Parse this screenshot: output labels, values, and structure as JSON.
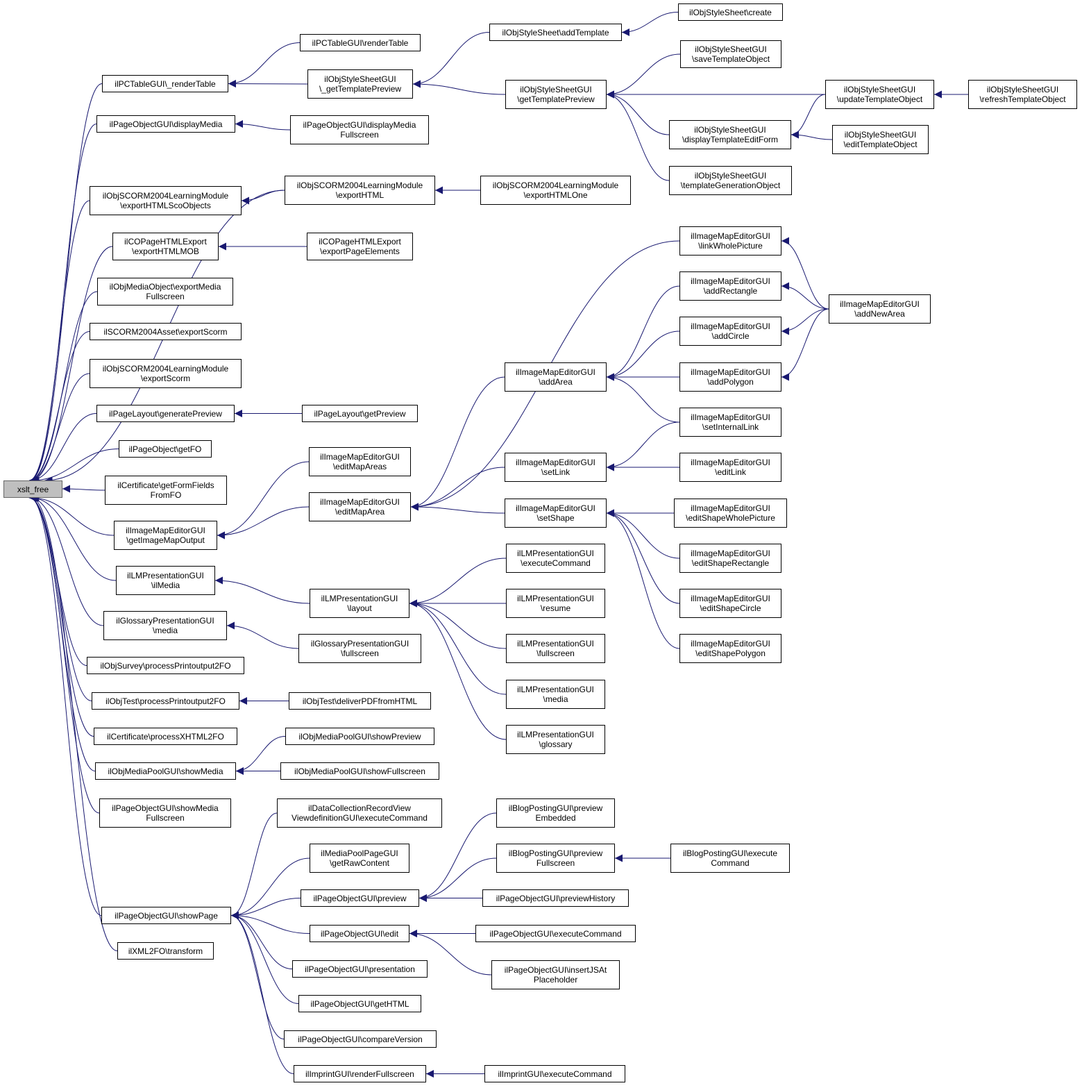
{
  "diagram": {
    "edge_color": "#191970",
    "root_fill": "#bfbfbf",
    "nodes": [
      {
        "id": "xslt_free",
        "lines": [
          "xslt_free"
        ]
      },
      {
        "id": "pct_render",
        "lines": [
          "ilPCTableGUI\\_renderTable"
        ]
      },
      {
        "id": "pct_renderTable",
        "lines": [
          "ilPCTableGUI\\renderTable"
        ]
      },
      {
        "id": "oss_getTP_",
        "lines": [
          "ilObjStyleSheetGUI",
          "\\_getTemplatePreview"
        ]
      },
      {
        "id": "oss_addTemplate",
        "lines": [
          "ilObjStyleSheet\\addTemplate"
        ]
      },
      {
        "id": "oss_create",
        "lines": [
          "ilObjStyleSheet\\create"
        ]
      },
      {
        "id": "oss_getTP",
        "lines": [
          "ilObjStyleSheetGUI",
          "\\getTemplatePreview"
        ]
      },
      {
        "id": "oss_saveTO",
        "lines": [
          "ilObjStyleSheetGUI",
          "\\saveTemplateObject"
        ]
      },
      {
        "id": "oss_updateTO",
        "lines": [
          "ilObjStyleSheetGUI",
          "\\updateTemplateObject"
        ]
      },
      {
        "id": "oss_refreshTO",
        "lines": [
          "ilObjStyleSheetGUI",
          "\\refreshTemplateObject"
        ]
      },
      {
        "id": "oss_displayTEF",
        "lines": [
          "ilObjStyleSheetGUI",
          "\\displayTemplateEditForm"
        ]
      },
      {
        "id": "oss_editTO",
        "lines": [
          "ilObjStyleSheetGUI",
          "\\editTemplateObject"
        ]
      },
      {
        "id": "oss_tgo",
        "lines": [
          "ilObjStyleSheetGUI",
          "\\templateGenerationObject"
        ]
      },
      {
        "id": "pog_displayMedia",
        "lines": [
          "ilPageObjectGUI\\displayMedia"
        ]
      },
      {
        "id": "pog_displayMediaFS",
        "lines": [
          "ilPageObjectGUI\\displayMedia",
          "Fullscreen"
        ]
      },
      {
        "id": "scorm_expHTMLSco",
        "lines": [
          "ilObjSCORM2004LearningModule",
          "\\exportHTMLScoObjects"
        ]
      },
      {
        "id": "scorm_expHTML",
        "lines": [
          "ilObjSCORM2004LearningModule",
          "\\exportHTML"
        ]
      },
      {
        "id": "scorm_expHTMLOne",
        "lines": [
          "ilObjSCORM2004LearningModule",
          "\\exportHTMLOne"
        ]
      },
      {
        "id": "cop_expMOB",
        "lines": [
          "ilCOPageHTMLExport",
          "\\exportHTMLMOB"
        ]
      },
      {
        "id": "cop_expPE",
        "lines": [
          "ilCOPageHTMLExport",
          "\\exportPageElements"
        ]
      },
      {
        "id": "mob_expMediaFS",
        "lines": [
          "ilObjMediaObject\\exportMedia",
          "Fullscreen"
        ]
      },
      {
        "id": "scormasset_exp",
        "lines": [
          "ilSCORM2004Asset\\exportScorm"
        ]
      },
      {
        "id": "scorm_expScorm",
        "lines": [
          "ilObjSCORM2004LearningModule",
          "\\exportScorm"
        ]
      },
      {
        "id": "pl_genPreview",
        "lines": [
          "ilPageLayout\\generatePreview"
        ]
      },
      {
        "id": "pl_getPreview",
        "lines": [
          "ilPageLayout\\getPreview"
        ]
      },
      {
        "id": "po_getFO",
        "lines": [
          "ilPageObject\\getFO"
        ]
      },
      {
        "id": "cert_getFFFO",
        "lines": [
          "ilCertificate\\getFormFields",
          "FromFO"
        ]
      },
      {
        "id": "ime_getIMO",
        "lines": [
          "ilImageMapEditorGUI",
          "\\getImageMapOutput"
        ]
      },
      {
        "id": "ime_editMapAreas",
        "lines": [
          "ilImageMapEditorGUI",
          "\\editMapAreas"
        ]
      },
      {
        "id": "ime_editMapArea",
        "lines": [
          "ilImageMapEditorGUI",
          "\\editMapArea"
        ]
      },
      {
        "id": "ime_linkWhole",
        "lines": [
          "ilImageMapEditorGUI",
          "\\linkWholePicture"
        ]
      },
      {
        "id": "ime_addRect",
        "lines": [
          "ilImageMapEditorGUI",
          "\\addRectangle"
        ]
      },
      {
        "id": "ime_addNewArea",
        "lines": [
          "ilImageMapEditorGUI",
          "\\addNewArea"
        ]
      },
      {
        "id": "ime_addCircle",
        "lines": [
          "ilImageMapEditorGUI",
          "\\addCircle"
        ]
      },
      {
        "id": "ime_addArea",
        "lines": [
          "ilImageMapEditorGUI",
          "\\addArea"
        ]
      },
      {
        "id": "ime_addPoly",
        "lines": [
          "ilImageMapEditorGUI",
          "\\addPolygon"
        ]
      },
      {
        "id": "ime_setIL",
        "lines": [
          "ilImageMapEditorGUI",
          "\\setInternalLink"
        ]
      },
      {
        "id": "ime_setLink",
        "lines": [
          "ilImageMapEditorGUI",
          "\\setLink"
        ]
      },
      {
        "id": "ime_editLink",
        "lines": [
          "ilImageMapEditorGUI",
          "\\editLink"
        ]
      },
      {
        "id": "ime_setShape",
        "lines": [
          "ilImageMapEditorGUI",
          "\\setShape"
        ]
      },
      {
        "id": "ime_esWhole",
        "lines": [
          "ilImageMapEditorGUI",
          "\\editShapeWholePicture"
        ]
      },
      {
        "id": "ime_esRect",
        "lines": [
          "ilImageMapEditorGUI",
          "\\editShapeRectangle"
        ]
      },
      {
        "id": "ime_esCircle",
        "lines": [
          "ilImageMapEditorGUI",
          "\\editShapeCircle"
        ]
      },
      {
        "id": "ime_esPoly",
        "lines": [
          "ilImageMapEditorGUI",
          "\\editShapePolygon"
        ]
      },
      {
        "id": "lmp_ilMedia",
        "lines": [
          "ilLMPresentationGUI",
          "\\ilMedia"
        ]
      },
      {
        "id": "lmp_layout",
        "lines": [
          "ilLMPresentationGUI",
          "\\layout"
        ]
      },
      {
        "id": "lmp_execCmd",
        "lines": [
          "ilLMPresentationGUI",
          "\\executeCommand"
        ]
      },
      {
        "id": "lmp_resume",
        "lines": [
          "ilLMPresentationGUI",
          "\\resume"
        ]
      },
      {
        "id": "lmp_fullscreen",
        "lines": [
          "ilLMPresentationGUI",
          "\\fullscreen"
        ]
      },
      {
        "id": "lmp_media",
        "lines": [
          "ilLMPresentationGUI",
          "\\media"
        ]
      },
      {
        "id": "lmp_glossary",
        "lines": [
          "ilLMPresentationGUI",
          "\\glossary"
        ]
      },
      {
        "id": "glp_media",
        "lines": [
          "ilGlossaryPresentationGUI",
          "\\media"
        ]
      },
      {
        "id": "glp_fullscreen",
        "lines": [
          "ilGlossaryPresentationGUI",
          "\\fullscreen"
        ]
      },
      {
        "id": "survey_ppFO",
        "lines": [
          "ilObjSurvey\\processPrintoutput2FO"
        ]
      },
      {
        "id": "test_ppFO",
        "lines": [
          "ilObjTest\\processPrintoutput2FO"
        ]
      },
      {
        "id": "test_deliverPDF",
        "lines": [
          "ilObjTest\\deliverPDFfromHTML"
        ]
      },
      {
        "id": "cert_xhtml2fo",
        "lines": [
          "ilCertificate\\processXHTML2FO"
        ]
      },
      {
        "id": "mp_showMedia",
        "lines": [
          "ilObjMediaPoolGUI\\showMedia"
        ]
      },
      {
        "id": "mp_showPreview",
        "lines": [
          "ilObjMediaPoolGUI\\showPreview"
        ]
      },
      {
        "id": "mp_showFS",
        "lines": [
          "ilObjMediaPoolGUI\\showFullscreen"
        ]
      },
      {
        "id": "pog_showMediaFS",
        "lines": [
          "ilPageObjectGUI\\showMedia",
          "Fullscreen"
        ]
      },
      {
        "id": "dc_execCmd",
        "lines": [
          "ilDataCollectionRecordView",
          "ViewdefinitionGUI\\executeCommand"
        ]
      },
      {
        "id": "mpp_getRaw",
        "lines": [
          "ilMediaPoolPageGUI",
          "\\getRawContent"
        ]
      },
      {
        "id": "pog_showPage",
        "lines": [
          "ilPageObjectGUI\\showPage"
        ]
      },
      {
        "id": "pog_preview",
        "lines": [
          "ilPageObjectGUI\\preview"
        ]
      },
      {
        "id": "blog_prevEmb",
        "lines": [
          "ilBlogPostingGUI\\preview",
          "Embedded"
        ]
      },
      {
        "id": "blog_prevFS",
        "lines": [
          "ilBlogPostingGUI\\preview",
          "Fullscreen"
        ]
      },
      {
        "id": "blog_execCmd",
        "lines": [
          "ilBlogPostingGUI\\execute",
          "Command"
        ]
      },
      {
        "id": "pog_prevHist",
        "lines": [
          "ilPageObjectGUI\\previewHistory"
        ]
      },
      {
        "id": "pog_edit",
        "lines": [
          "ilPageObjectGUI\\edit"
        ]
      },
      {
        "id": "pog_execCmd",
        "lines": [
          "ilPageObjectGUI\\executeCommand"
        ]
      },
      {
        "id": "pog_insertJS",
        "lines": [
          "ilPageObjectGUI\\insertJSAt",
          "Placeholder"
        ]
      },
      {
        "id": "pog_presentation",
        "lines": [
          "ilPageObjectGUI\\presentation"
        ]
      },
      {
        "id": "pog_getHTML",
        "lines": [
          "ilPageObjectGUI\\getHTML"
        ]
      },
      {
        "id": "pog_compareVer",
        "lines": [
          "ilPageObjectGUI\\compareVersion"
        ]
      },
      {
        "id": "xml2fo_transform",
        "lines": [
          "ilXML2FO\\transform"
        ]
      },
      {
        "id": "imprint_renderFS",
        "lines": [
          "ilImprintGUI\\renderFullscreen"
        ]
      },
      {
        "id": "imprint_execCmd",
        "lines": [
          "ilImprintGUI\\executeCommand"
        ]
      }
    ]
  }
}
